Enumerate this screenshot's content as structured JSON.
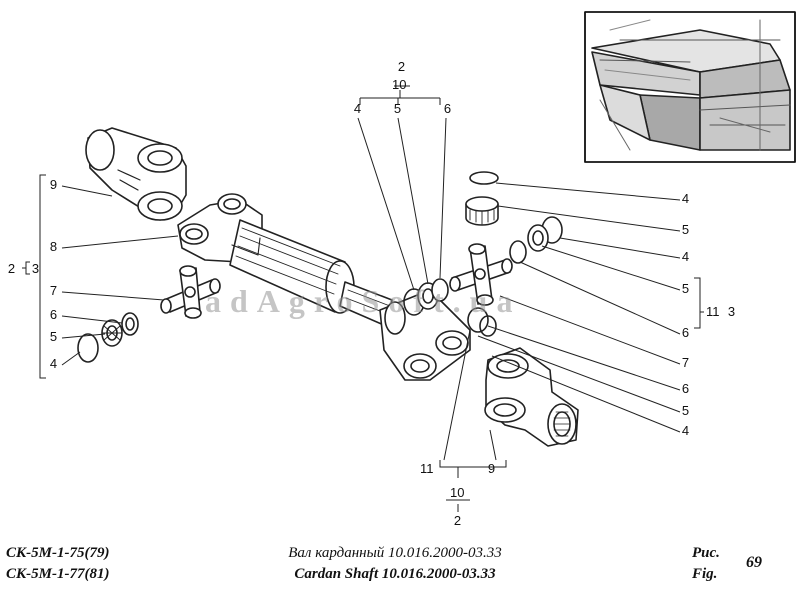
{
  "labels": {
    "top_2": "2",
    "top_10": "10",
    "top_4": "4",
    "top_5": "5",
    "top_6": "6",
    "left_9": "9",
    "left_8": "8",
    "left_2": "2",
    "left_3": "3",
    "left_7": "7",
    "left_6": "6",
    "left_5": "5",
    "left_4": "4",
    "right_4a": "4",
    "right_5a": "5",
    "right_4b": "4",
    "right_5b": "5",
    "right_6a": "6",
    "right_7": "7",
    "right_6b": "6",
    "right_5c": "5",
    "right_4c": "4",
    "right_11": "11",
    "right_3": "3",
    "bottom_11": "11",
    "bottom_9": "9",
    "bottom_10": "10",
    "bottom_2": "2"
  },
  "watermark": "adAgroSoft.ua",
  "footer": {
    "model_1": "СК-5М-1-75(79)",
    "model_2": "СК-5М-1-77(81)",
    "title_ru": "Вал  карданный 10.016.2000-03.33",
    "title_en": "Cardan Shaft 10.016.2000-03.33",
    "fig_ru": "Рис.",
    "fig_en": "Fig.",
    "fig_number": "69"
  }
}
